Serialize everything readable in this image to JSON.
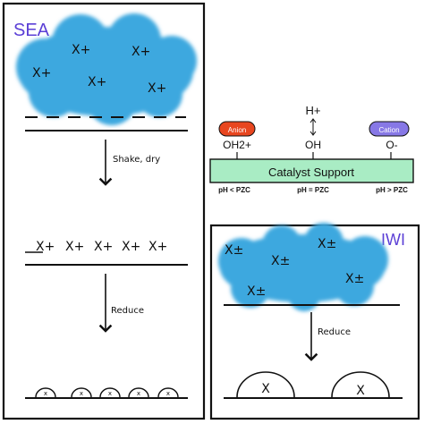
{
  "sea": {
    "title": "SEA",
    "cloud_ions": [
      "X+",
      "X+",
      "X+",
      "X+",
      "X+"
    ],
    "step1_label": "Shake, dry",
    "adsorbed_ions": [
      "X+",
      "X+",
      "X+",
      "X+",
      "X+"
    ],
    "step2_label": "Reduce",
    "particles": [
      "x",
      "x",
      "x",
      "x",
      "x"
    ]
  },
  "support": {
    "title": "Catalyst Support",
    "anion_badge": "Anion",
    "cation_badge": "Cation",
    "site_low": "OH2+",
    "site_mid": "OH",
    "site_high": "O-",
    "proton": "H+",
    "ph_low": "pH < PZC",
    "ph_mid": "pH = PZC",
    "ph_high": "pH > PZC"
  },
  "iwi": {
    "title": "IWI",
    "cloud_ions": [
      "X±",
      "X±",
      "X±",
      "X±",
      "X±"
    ],
    "step_label": "Reduce",
    "particles": [
      "X",
      "X"
    ]
  },
  "colors": {
    "cloud": "#3ea8df",
    "title": "#5b3fd6",
    "support_fill": "#a9ecc4",
    "anion": "#e8461f",
    "cation": "#8778e6",
    "stroke": "#111111"
  }
}
